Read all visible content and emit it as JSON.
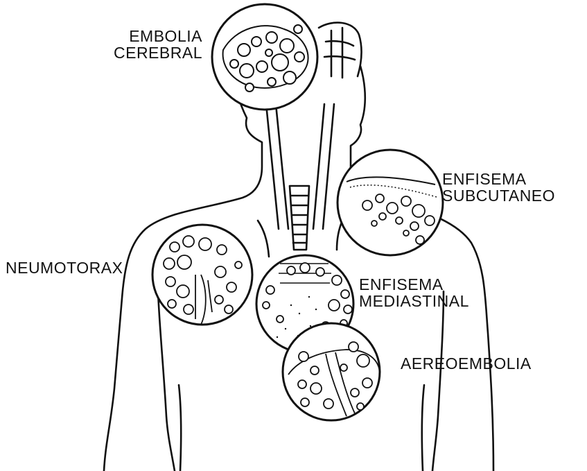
{
  "diagram": {
    "labels": {
      "cerebral": {
        "line1": "EMBOLIA",
        "line2": "CEREBRAL"
      },
      "subcutaneo": {
        "line1": "ENFISEMA",
        "line2": "SUBCUTANEO"
      },
      "neumotorax": {
        "line1": "NEUMOTORAX"
      },
      "mediastinal": {
        "line1": "ENFISEMA",
        "line2": "MEDIASTINAL"
      },
      "aereoembolia": {
        "line1": "AEREOEMBOLIA"
      }
    },
    "colors": {
      "ink": "#111111",
      "paper": "#ffffff"
    }
  }
}
